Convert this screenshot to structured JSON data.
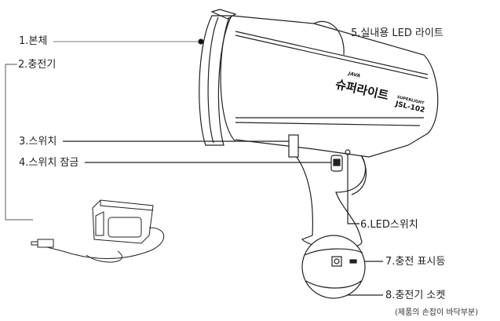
{
  "labels": {
    "body": "1.본체",
    "charger": "2.충전기",
    "switch": "3.스위치",
    "switch_lock": "4.스위치 잠금",
    "indoor_led": "5.실내용 LED 라이트",
    "led_switch": "6.LED스위치",
    "charge_indicator": "7.충전 표시등",
    "charger_socket": "8.충전기 소켓",
    "socket_note": "(제품의 손잡이 바닥부분)"
  },
  "product_print": {
    "brand": "JAVA",
    "name_ko": "슈퍼라이트",
    "name_en": "SUPERLIGHT",
    "model": "JSL-102"
  }
}
